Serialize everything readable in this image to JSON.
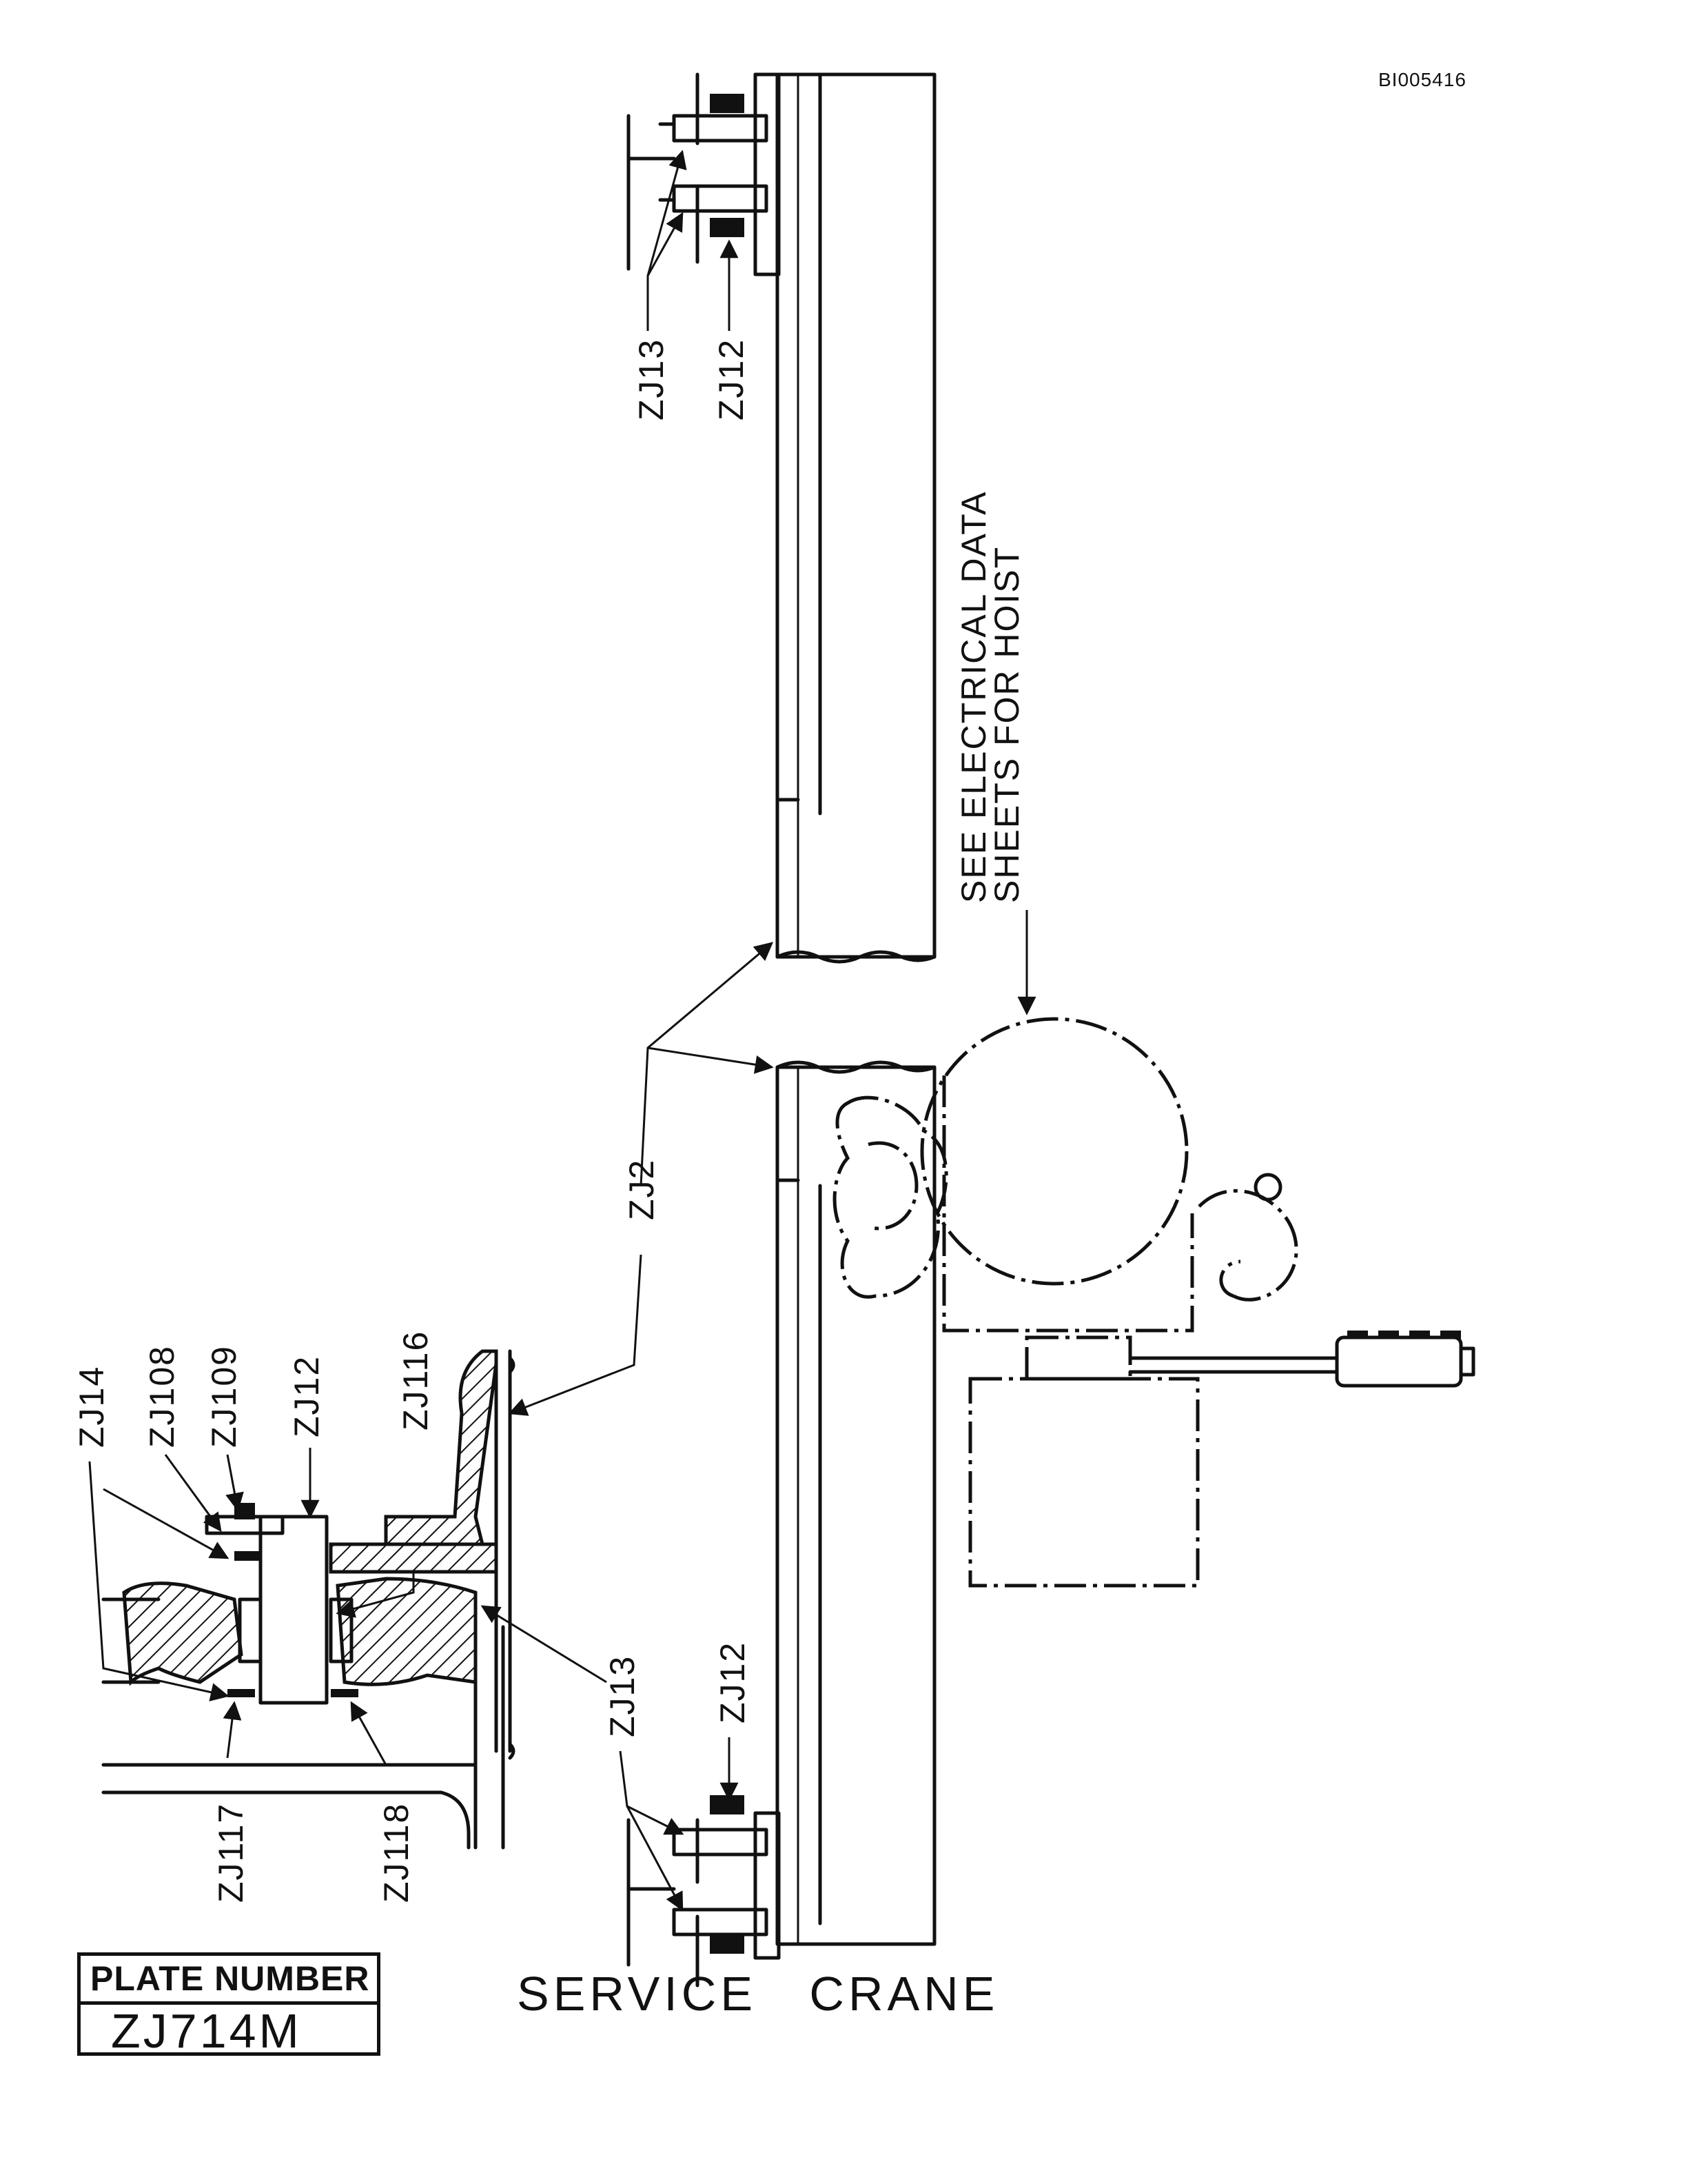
{
  "document_id": "BI005416",
  "title": "SERVICE   CRANE",
  "plate": {
    "header": "PLATE NUMBER",
    "number": "ZJ714M"
  },
  "note": {
    "line1": "SEE ELECTRICAL DATA",
    "line2": "SHEETS FOR HOIST"
  },
  "callouts": {
    "zj2": "ZJ2",
    "zj12_top": "ZJ12",
    "zj13_top": "ZJ13",
    "zj12_bottom": "ZJ12",
    "zj13_bottom": "ZJ13",
    "zj14": "ZJ14",
    "zj108": "ZJ108",
    "zj109": "ZJ109",
    "zj12_detail": "ZJ12",
    "zj116": "ZJ116",
    "zj117": "ZJ117",
    "zj118": "ZJ118"
  }
}
